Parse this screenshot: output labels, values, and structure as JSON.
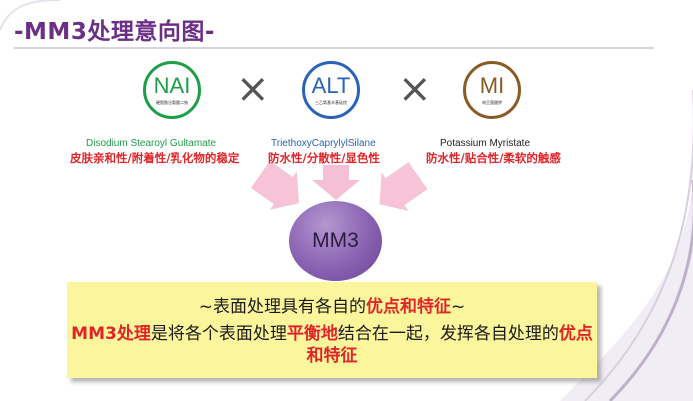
{
  "title": "-MM3处理意向图-",
  "components": [
    {
      "abbr": "NAI",
      "cn_name": "硬脂酰谷氨酸二钠",
      "en_name": "Disodium Stearoyl Gultamate",
      "props": "皮肤亲和性/附着性/乳化物的稳定",
      "color": "#1f9e4a"
    },
    {
      "abbr": "ALT",
      "cn_name": "三乙氧基辛基硅烷",
      "en_name": "TriethoxyCaprylylSilane",
      "props": "防水性/分散性/显色性",
      "color": "#2b63b6"
    },
    {
      "abbr": "MI",
      "cn_name": "肉豆蔻酸钾",
      "en_name": "Potassium Myristate",
      "props": "防水性/贴合性/柔软的触感",
      "color": "#8a5a24"
    }
  ],
  "operator": "×",
  "result": "MM3",
  "summary": {
    "line1_prefix": "~表面处理具有各自的",
    "line1_highlight": "优点和特征",
    "line1_suffix": "~",
    "line2_hl1": "MM3处理",
    "line2_part1": "是将各个表面处理",
    "line2_hl2": "平衡地",
    "line2_part2": "结合在一起，发挥各自处理的",
    "line2_hl3": "优点和特征"
  },
  "colors": {
    "title": "#6b2f86",
    "highlight": "#e0262a",
    "box": "#fbf59c"
  }
}
